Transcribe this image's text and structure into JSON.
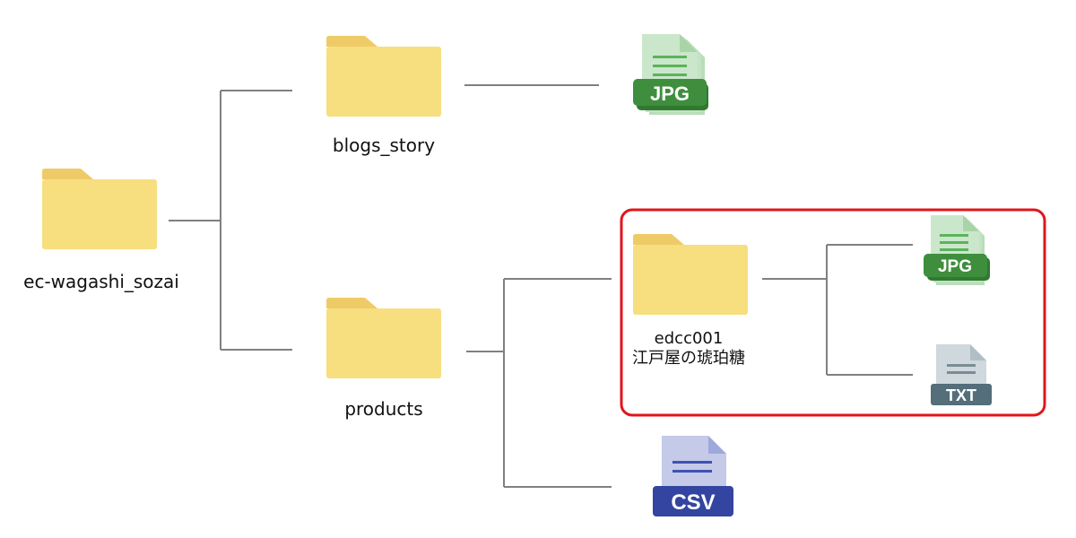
{
  "tree": {
    "root": {
      "label": "ec-wagashi_sozai"
    },
    "blogs_story": {
      "label": "blogs_story",
      "files": [
        {
          "type": "JPG"
        }
      ]
    },
    "products": {
      "label": "products",
      "subfolder": {
        "label_line1": "edcc001",
        "label_line2": "江戸屋の琥珀糖",
        "files": [
          {
            "type": "JPG"
          },
          {
            "type": "TXT"
          }
        ],
        "highlighted": true
      },
      "files": [
        {
          "type": "CSV"
        }
      ]
    }
  },
  "icons": [
    "folder-icon",
    "jpg-file-icon",
    "txt-file-icon",
    "csv-file-icon"
  ],
  "colors": {
    "folder": "#F7DE7F",
    "folder_tab": "#EFCB67",
    "connector": "#808080",
    "highlight_border": "#E0161B",
    "jpg_badge": "#3F8E3E",
    "jpg_page": "#CBE7CB",
    "jpg_lines": "#5CB25C",
    "txt_badge": "#546E7A",
    "txt_page": "#CFD8DC",
    "txt_lines": "#7B8C95",
    "csv_badge": "#3345A0",
    "csv_page": "#C5CAE9",
    "csv_lines": "#3F51B5"
  }
}
